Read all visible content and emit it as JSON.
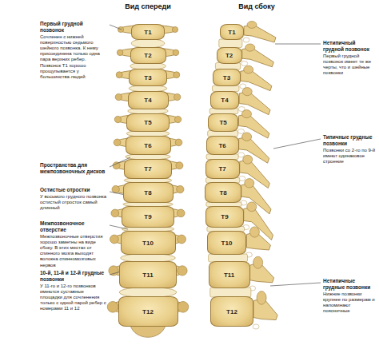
{
  "diagram": {
    "nodes": [
      {
        "text": [
          "T1"
        ]
      },
      {
        "text": [
          "T2"
        ]
      },
      {
        "text": [
          "T3"
        ]
      },
      {
        "text": [
          "T4"
        ]
      },
      {
        "text": [
          "T5"
        ]
      },
      {
        "text": [
          "T6"
        ]
      },
      {
        "text": [
          "T7"
        ]
      },
      {
        "text": [
          "T8"
        ]
      },
      {
        "text": [
          "T9"
        ]
      },
      {
        "text": [
          "T10"
        ]
      },
      {
        "text": [
          "T11"
        ]
      },
      {
        "text": [
          "T12"
        ]
      },
      {
        "text": [
          "T1"
        ]
      },
      {
        "text": [
          "T2"
        ]
      },
      {
        "text": [
          "T3"
        ]
      },
      {
        "text": [
          "T4"
        ]
      },
      {
        "text": [
          "T5"
        ]
      },
      {
        "text": [
          "T6"
        ]
      },
      {
        "text": [
          "T7"
        ]
      },
      {
        "text": [
          "T8"
        ]
      },
      {
        "text": [
          "T9"
        ]
      },
      {
        "text": [
          "T10"
        ]
      },
      {
        "text": [
          "T11"
        ]
      },
      {
        "text": [
          "T12"
        ]
      }
    ],
    "labels": [
      "Вид спереди",
      "Вид сбоку",
      "Первый грудной позвонок",
      "Сочленен с нижней поверхностью седьмого шейного позвонка. К нему присоединена только одна пара верхних ребер. Позвонок Т1 хорошо прощупывается у большинства людей",
      "Пространства для межпозвоночных дисков",
      "Остистые отростки",
      "У восьмого грудного позвонка остистый отросток самый длинный",
      "Межпозвоночное отверстие",
      "Межпозвоночные отверстия хорошо заметны на виде сбоку. В этих местах от спинного мозга выходят волокна спинномозговых нервов",
      "10-й, 11-й и 12-й грудные позвонки",
      "У 11-го и 12-го позвонков имеются суставные площадки для сочленения только с одной парой ребер с номерами 11 и 12",
      "Нетипичный грудной позвонок",
      "Первый грудной позвонок имеет те же черты, что и шейные позвонки",
      "Типичные грудные позвонки",
      "Позвонки со 2-го по 9-й имеют одинаковое строение",
      "Нетипичные грудные позвонки",
      "Нижние позвонки крупнее по размерам и напоминают поясничные"
    ]
  }
}
